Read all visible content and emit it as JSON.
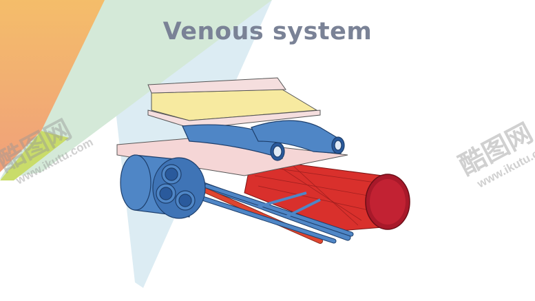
{
  "slide": {
    "title": "Venous system"
  },
  "watermark": {
    "brand": "酷图网",
    "url": "www.ikutu.com"
  },
  "colors": {
    "title": "#7a8296",
    "vein": "#4f86c6",
    "artery": "#e0452f",
    "muscle": "#d9302c",
    "fat": "#f7eaa0",
    "skin": "#f5d6d6"
  }
}
